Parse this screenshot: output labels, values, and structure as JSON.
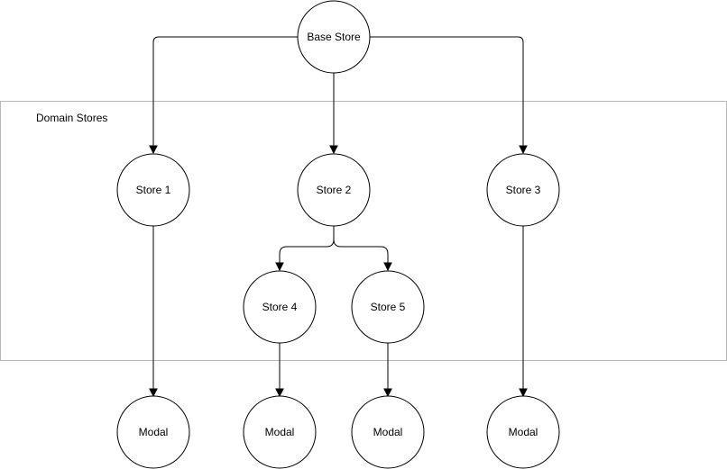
{
  "group": {
    "label": "Domain Stores"
  },
  "nodes": {
    "base": {
      "label": "Base Store"
    },
    "store1": {
      "label": "Store 1"
    },
    "store2": {
      "label": "Store 2"
    },
    "store3": {
      "label": "Store 3"
    },
    "store4": {
      "label": "Store 4"
    },
    "store5": {
      "label": "Store 5"
    },
    "modal1": {
      "label": "Modal"
    },
    "modal4": {
      "label": "Modal"
    },
    "modal5": {
      "label": "Modal"
    },
    "modal3": {
      "label": "Modal"
    }
  },
  "edges": [
    {
      "from": "base",
      "to": "store1"
    },
    {
      "from": "base",
      "to": "store2"
    },
    {
      "from": "base",
      "to": "store3"
    },
    {
      "from": "store2",
      "to": "store4"
    },
    {
      "from": "store2",
      "to": "store5"
    },
    {
      "from": "store1",
      "to": "modal1"
    },
    {
      "from": "store4",
      "to": "modal4"
    },
    {
      "from": "store5",
      "to": "modal5"
    },
    {
      "from": "store3",
      "to": "modal3"
    }
  ]
}
